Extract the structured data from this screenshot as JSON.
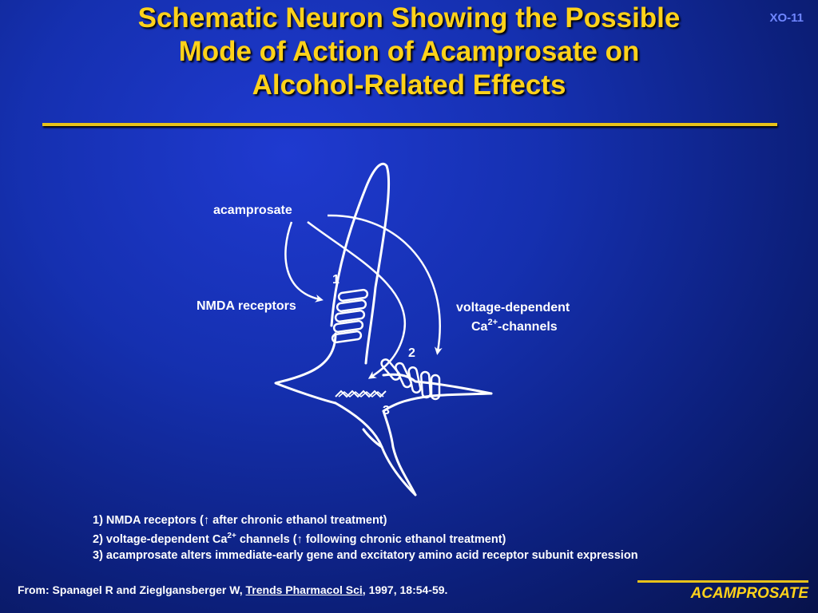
{
  "slide_code": "XO-11",
  "title": {
    "line1": "Schematic Neuron Showing the Possible",
    "line2": "Mode of Action of Acamprosate on",
    "line3": "Alcohol-Related Effects"
  },
  "diagram": {
    "acamprosate_label": "acamprosate",
    "nmda_label": "NMDA receptors",
    "vdcc_label_line1": "voltage-dependent",
    "vdcc_label_ca": "Ca",
    "vdcc_label_sup": "2+",
    "vdcc_label_rest": "-channels",
    "marker_1": "1",
    "marker_2": "2",
    "marker_3": "3"
  },
  "legend": {
    "item1": "1) NMDA receptors (↑ after chronic ethanol treatment)",
    "item2_pre": "2) voltage-dependent Ca",
    "item2_sup": "2+",
    "item2_post": " channels (↑ following chronic ethanol treatment)",
    "item3": "3) acamprosate alters immediate-early gene and excitatory amino acid receptor subunit expression"
  },
  "source": {
    "prefix": "From: Spanagel R and Zieglgansberger W, ",
    "journal": "Trends Pharmacol Sci",
    "suffix": ", 1997, 18:54-59."
  },
  "footer": {
    "label": "ACAMPROSATE"
  },
  "colors": {
    "title": "#ffd21a",
    "rule": "#e8c21a",
    "background": "#1530b0"
  }
}
